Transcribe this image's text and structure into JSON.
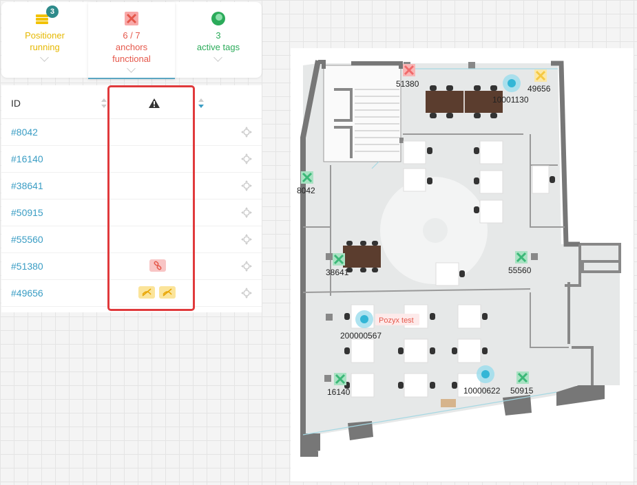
{
  "status": {
    "positioner": {
      "badge": "3",
      "line1": "Positioner",
      "line2": "running",
      "color": "#e6b800"
    },
    "anchors": {
      "line1": "6 / 7",
      "line2": "anchors",
      "line3": "functional",
      "color": "#e5574a"
    },
    "tags": {
      "line1": "3",
      "line2": "active tags",
      "color": "#2bab5a"
    }
  },
  "table": {
    "col_id": "ID",
    "rows": [
      {
        "id": "#8042",
        "warnings": []
      },
      {
        "id": "#16140",
        "warnings": []
      },
      {
        "id": "#38641",
        "warnings": []
      },
      {
        "id": "#50915",
        "warnings": []
      },
      {
        "id": "#55560",
        "warnings": []
      },
      {
        "id": "#51380",
        "warnings": [
          "disconnected"
        ]
      },
      {
        "id": "#49656",
        "warnings": [
          "no-signal",
          "no-signal"
        ]
      }
    ]
  },
  "floorplan": {
    "anchors": [
      {
        "label": "51380",
        "state": "error"
      },
      {
        "label": "49656",
        "state": "warning"
      },
      {
        "label": "8042",
        "state": "ok"
      },
      {
        "label": "38641",
        "state": "ok"
      },
      {
        "label": "55560",
        "state": "ok"
      },
      {
        "label": "16140",
        "state": "ok"
      },
      {
        "label": "50915",
        "state": "ok"
      }
    ],
    "tags": [
      {
        "label": "10001130"
      },
      {
        "label": "200000567",
        "name": "Pozyx test"
      },
      {
        "label": "10000622"
      }
    ]
  },
  "colors": {
    "link": "#3a9dc4",
    "anchor_ok": "#3cb878",
    "anchor_error": "#f06a6a",
    "anchor_warning": "#f5c842",
    "tag": "#33b6d6",
    "highlight": "#e0393b"
  }
}
